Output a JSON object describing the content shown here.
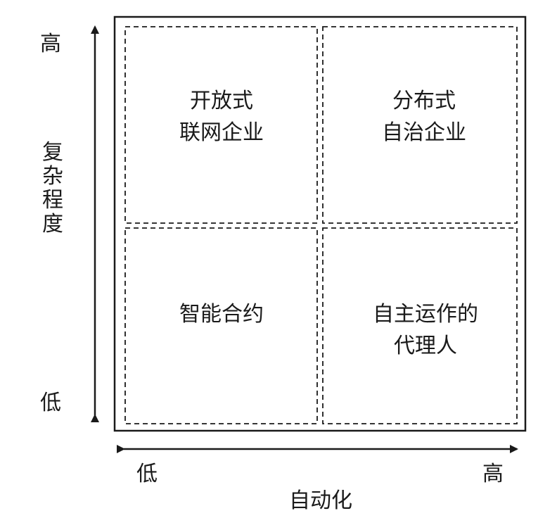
{
  "y_axis": {
    "label": "复杂程度",
    "high": "高",
    "low": "低"
  },
  "x_axis": {
    "label": "自动化",
    "high": "高",
    "low": "低"
  },
  "quadrants": {
    "top_left": {
      "line1": "开放式",
      "line2": "联网企业"
    },
    "top_right": {
      "line1": "分布式",
      "line2": "自治企业"
    },
    "bottom_left": {
      "line1": "智能合约"
    },
    "bottom_right": {
      "line1": "自主运作的",
      "line2": "代理人"
    }
  },
  "colors": {
    "stroke": "#1a1a1a",
    "background": "#ffffff"
  }
}
